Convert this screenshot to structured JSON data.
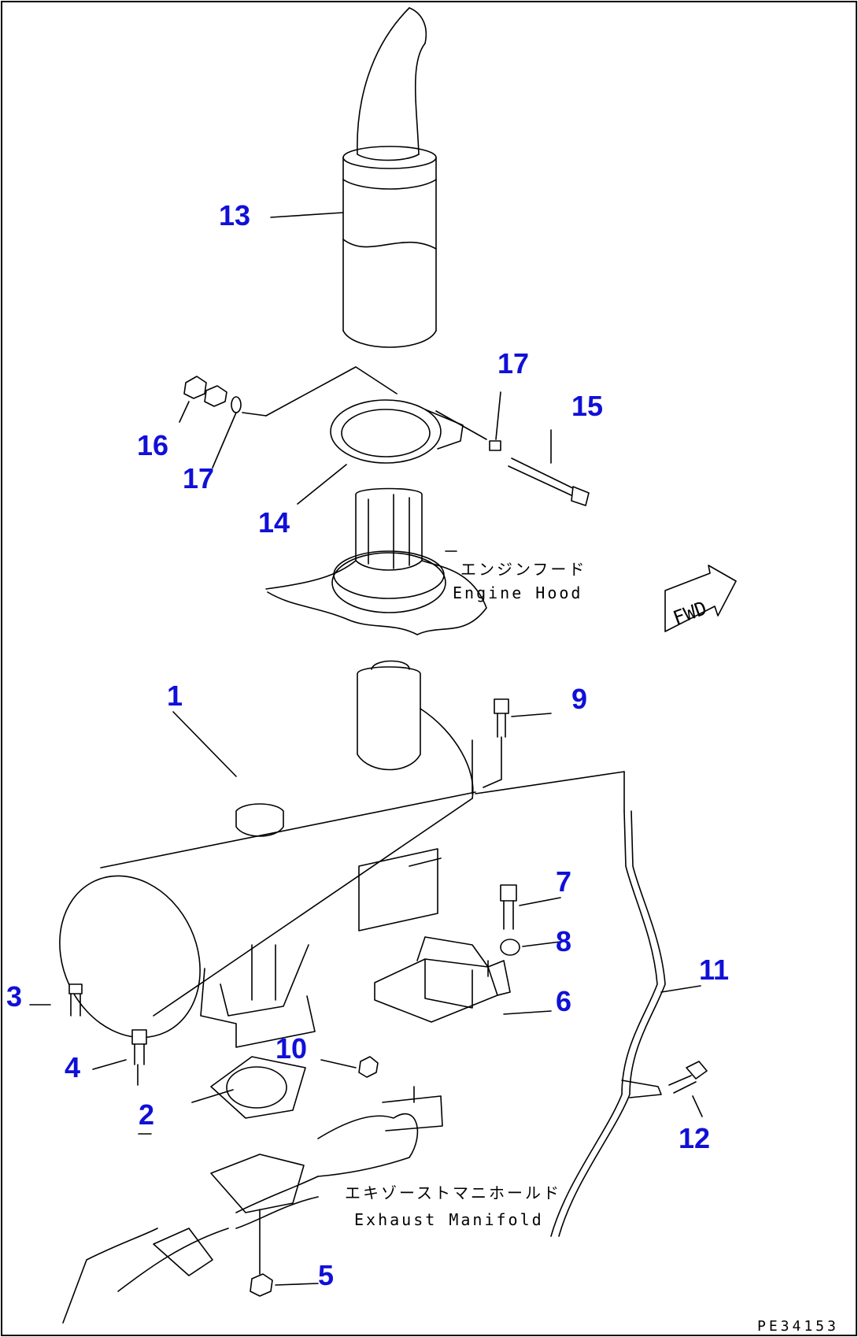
{
  "figure_code": "PE34153",
  "direction_label": "FWD",
  "notes": {
    "engine_hood_jp": "エンジンフード",
    "engine_hood_en": "Engine Hood",
    "manifold_jp": "エキゾーストマニホールド",
    "manifold_en": "Exhaust Manifold"
  },
  "callouts": {
    "c1": "1",
    "c2": "2",
    "c3": "3",
    "c4": "4",
    "c5": "5",
    "c6": "6",
    "c7": "7",
    "c8": "8",
    "c9": "9",
    "c10": "10",
    "c11": "11",
    "c12": "12",
    "c13": "13",
    "c14": "14",
    "c15": "15",
    "c16": "16",
    "c17a": "17",
    "c17b": "17"
  }
}
